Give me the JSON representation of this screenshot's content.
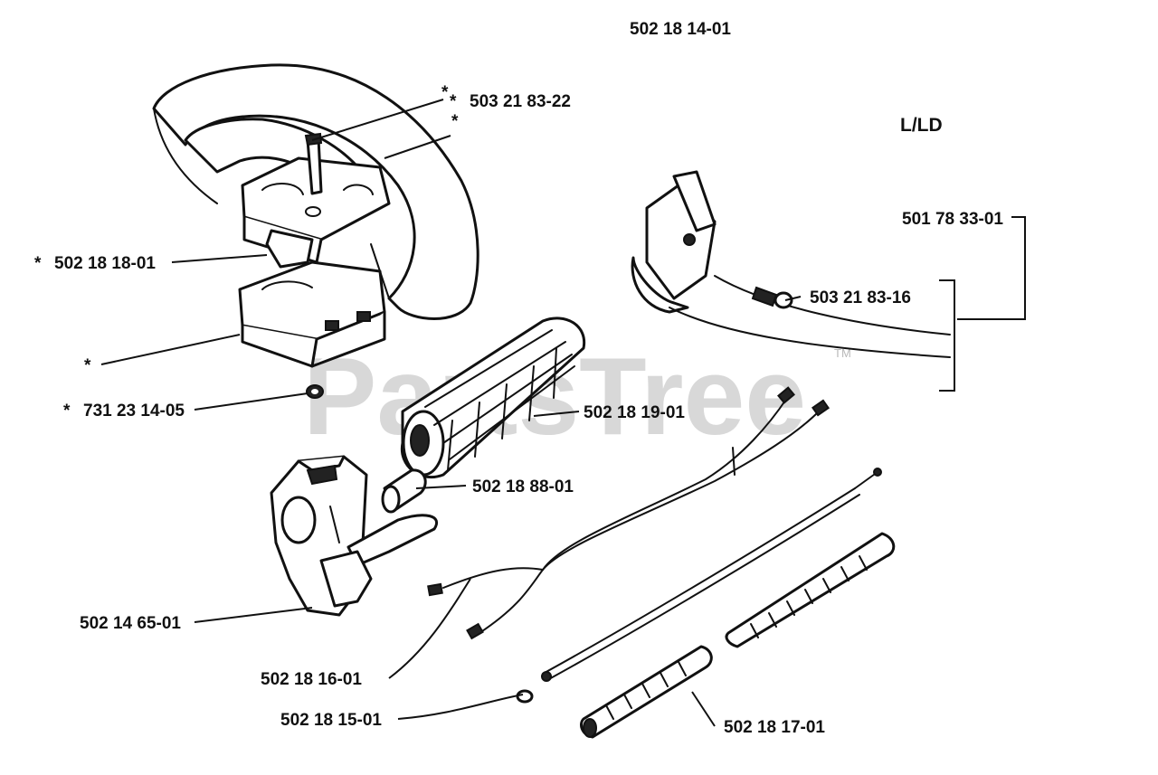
{
  "diagram": {
    "assembly_number": "502 18 14-01",
    "model": "L/LD",
    "watermark": "PartsTree",
    "watermark_tm": "TM",
    "parts": [
      {
        "label": "503 21 83-22",
        "asterisk": "*"
      },
      {
        "label": "502 18 18-01",
        "asterisk": "*"
      },
      {
        "label": "731 23 14-05",
        "asterisk": "*"
      },
      {
        "label": "501 78 33-01"
      },
      {
        "label": "503 21 83-16"
      },
      {
        "label": "502 18 19-01"
      },
      {
        "label": "502 18 88-01"
      },
      {
        "label": "502 14 65-01"
      },
      {
        "label": "502 18 16-01"
      },
      {
        "label": "502 18 15-01"
      },
      {
        "label": "502 18 17-01"
      }
    ],
    "extra_asterisks": [
      "*",
      "*",
      "*"
    ]
  }
}
